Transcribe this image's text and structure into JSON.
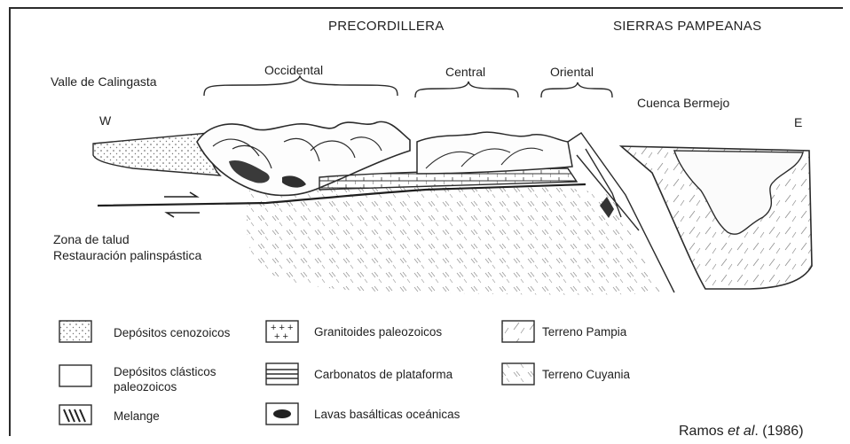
{
  "regions": {
    "precordillera": "PRECORDILLERA",
    "sierras": "SIERRAS PAMPEANAS",
    "occidental": "Occidental",
    "central": "Central",
    "oriental": "Oriental"
  },
  "places": {
    "valle": "Valle de Calingasta",
    "cuenca": "Cuenca Bermejo",
    "west": "W",
    "east": "E"
  },
  "notes": {
    "zona": "Zona de talud",
    "restauracion": "Restauración palinspástica"
  },
  "legend": {
    "cenozoicos": "Depósitos cenozoicos",
    "clasticos_1": "Depósitos clásticos",
    "clasticos_2": "paleozoicos",
    "melange": "Melange",
    "granitoides": "Granitoides paleozoicos",
    "carbonatos": "Carbonatos de plataforma",
    "lavas": "Lavas basálticas oceánicas",
    "pampia": "Terreno Pampia",
    "cuyania": "Terreno Cuyania"
  },
  "citation": {
    "authors": "Ramos",
    "etal": "et al",
    "rest": ". (1986)"
  }
}
